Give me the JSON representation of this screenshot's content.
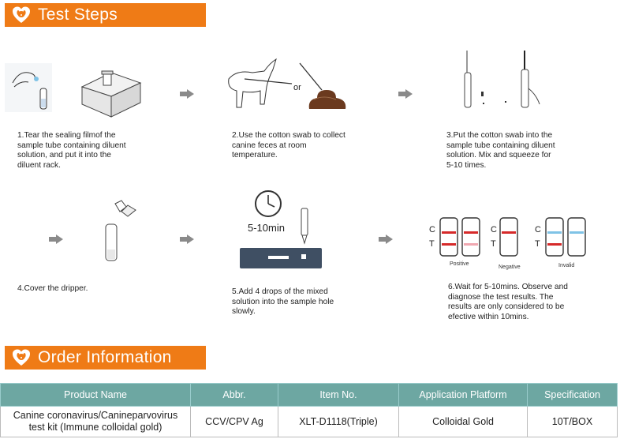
{
  "sections": {
    "test_steps_title": "Test Steps",
    "order_info_title": "Order Information"
  },
  "steps": [
    {
      "text": "1.Tear the sealing filmof  the\nsample  tube containing diluent\nsolution,    and put it into the\ndiluent rack."
    },
    {
      "text": "2.Use the cotton swab to collect\ncanine feces at room\ntemperature."
    },
    {
      "text": "3.Put the cotton swab into the\nsample tube containing diluent\nsolution. Mix and squeeze for\n5-10 times."
    },
    {
      "text": "4.Cover the dripper."
    },
    {
      "text": "5.Add 4 drops of the mixed\nsolution into the sample hole\nslowly."
    },
    {
      "text": "6.Wait for 5-10mins. Observe and\ndiagnose the test results. The\nresults are only considered to be\nefective within 10mins."
    }
  ],
  "illustration_labels": {
    "or": "or",
    "time": "5-10min",
    "c": "C",
    "t": "T",
    "positive": "Positive",
    "negative": "Negative",
    "invalid": "Invalid"
  },
  "order_table": {
    "headers": [
      "Product Name",
      "Abbr.",
      "Item No.",
      "Application Platform",
      "Specification"
    ],
    "rows": [
      [
        "Canine coronavirus/Canineparvovirus\ntest kit (Immune colloidal gold)",
        "CCV/CPV Ag",
        "XLT-D1118(Triple)",
        "Colloidal Gold",
        "10T/BOX"
      ]
    ]
  },
  "colors": {
    "banner": "#ef7b16",
    "table_header": "#6da7a2",
    "line_red": "#d62a2a",
    "line_pink": "#f0a7b0",
    "line_blue": "#7fc3e6",
    "arrow": "#8a8a8a"
  }
}
